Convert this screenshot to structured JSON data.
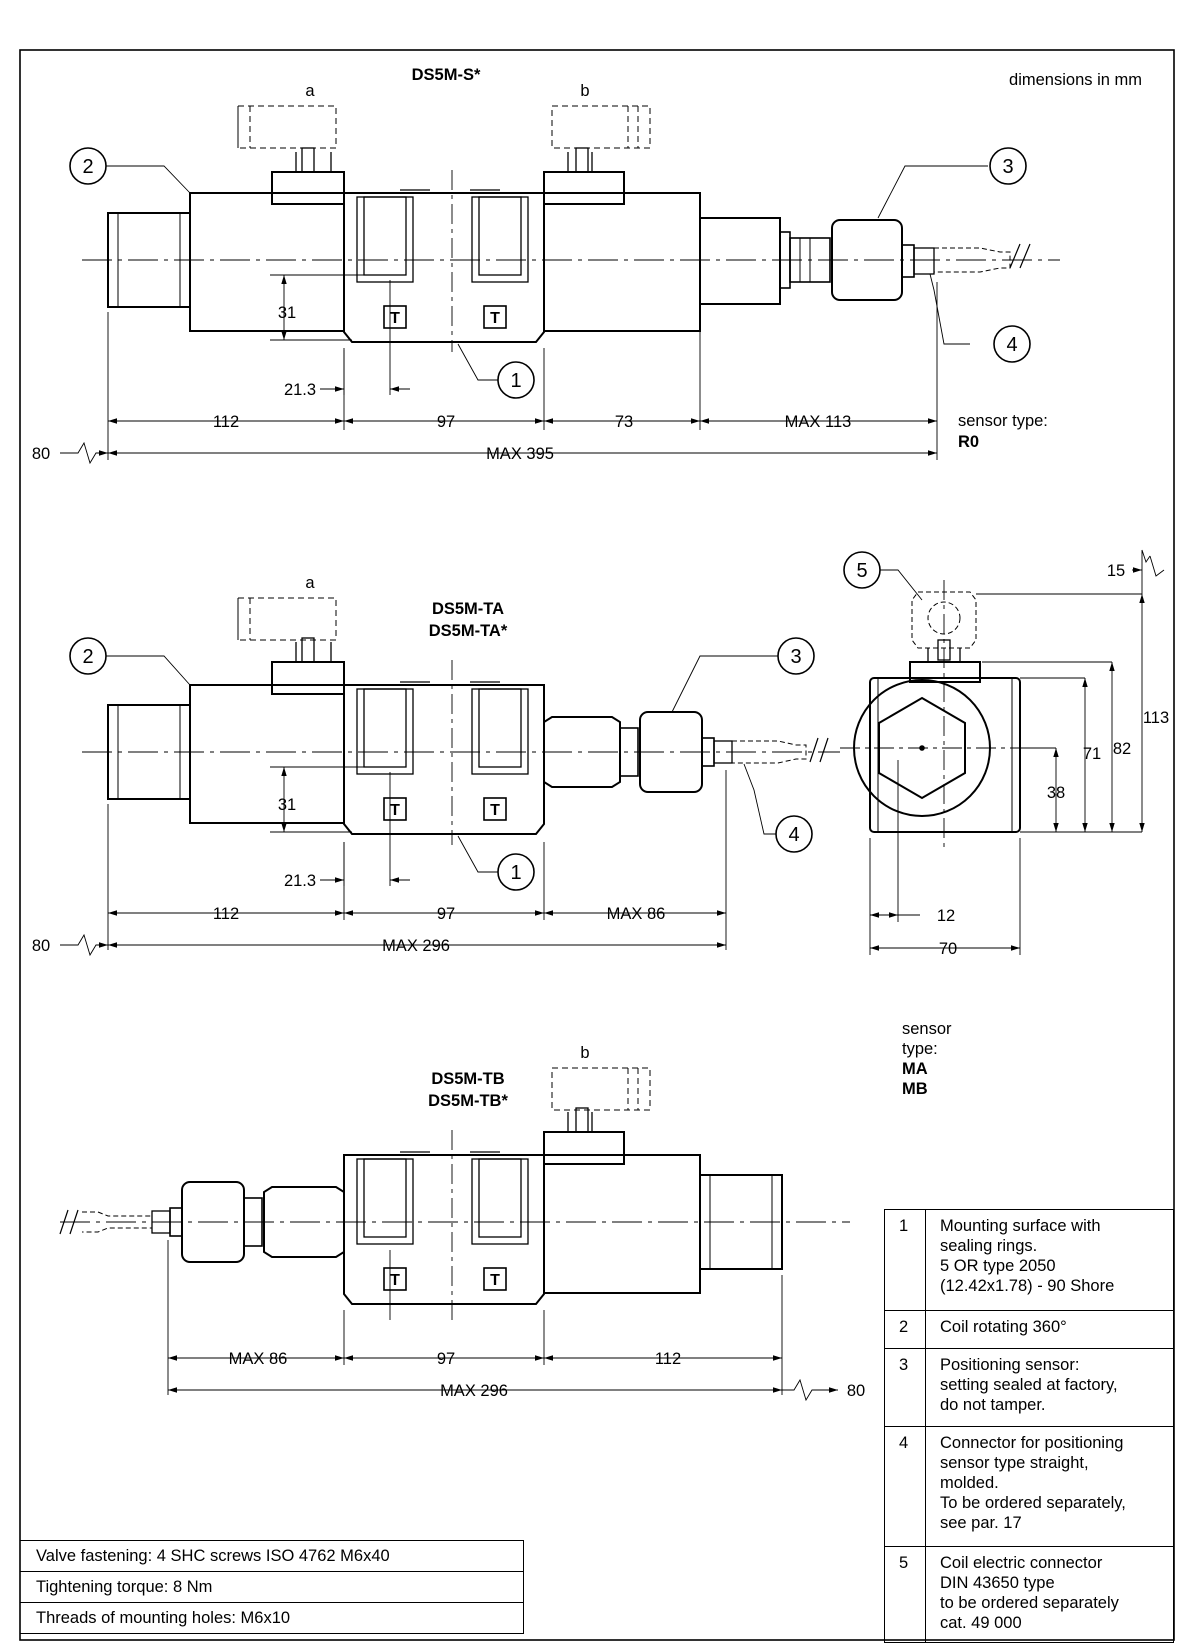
{
  "units_note": "dimensions in mm",
  "view1": {
    "title": "DS5M-S*",
    "solenoid_a": "a",
    "solenoid_b": "b",
    "dim_31": "31",
    "dim_21_3": "21.3",
    "dim_112": "112",
    "dim_97": "97",
    "dim_73": "73",
    "dim_max113": "MAX 113",
    "dim_80": "80",
    "dim_max395": "MAX 395",
    "sensor_label": "sensor type:",
    "sensor_type": "R0",
    "callouts": [
      "1",
      "2",
      "3",
      "4"
    ]
  },
  "view2": {
    "title_line1": "DS5M-TA",
    "title_line2": "DS5M-TA*",
    "solenoid_a": "a",
    "dim_31": "31",
    "dim_21_3": "21.3",
    "dim_112": "112",
    "dim_97": "97",
    "dim_max86": "MAX 86",
    "dim_80": "80",
    "dim_max296": "MAX 296",
    "callouts": [
      "1",
      "2",
      "3",
      "4"
    ]
  },
  "side_view": {
    "callout": "5",
    "dim_15": "15",
    "dim_113": "113",
    "dim_82": "82",
    "dim_71": "71",
    "dim_38": "38",
    "dim_12": "12",
    "dim_70": "70"
  },
  "sensor_type_2": {
    "line1": "sensor",
    "line2": "type:",
    "type_a": "MA",
    "type_b": "MB"
  },
  "view3": {
    "title_line1": "DS5M-TB",
    "title_line2": "DS5M-TB*",
    "solenoid_b": "b",
    "dim_max86": "MAX 86",
    "dim_97": "97",
    "dim_112": "112",
    "dim_max296": "MAX 296",
    "dim_80": "80"
  },
  "legend": [
    {
      "num": "1",
      "text": "Mounting surface with\nsealing rings.\n5 OR type 2050\n(12.42x1.78) - 90 Shore"
    },
    {
      "num": "2",
      "text": "Coil rotating 360°"
    },
    {
      "num": "3",
      "text": "Positioning sensor:\nsetting sealed at factory,\ndo not tamper."
    },
    {
      "num": "4",
      "text": "Connector for positioning\nsensor type straight,\nmolded.\nTo be ordered separately,\nsee par. 17"
    },
    {
      "num": "5",
      "text": "Coil electric connector\nDIN 43650 type\nto be ordered separately\ncat. 49 000"
    }
  ],
  "notes": [
    "Valve fastening: 4 SHC screws ISO 4762 M6x40",
    "Tightening torque: 8 Nm",
    "Threads of mounting holes: M6x10"
  ]
}
